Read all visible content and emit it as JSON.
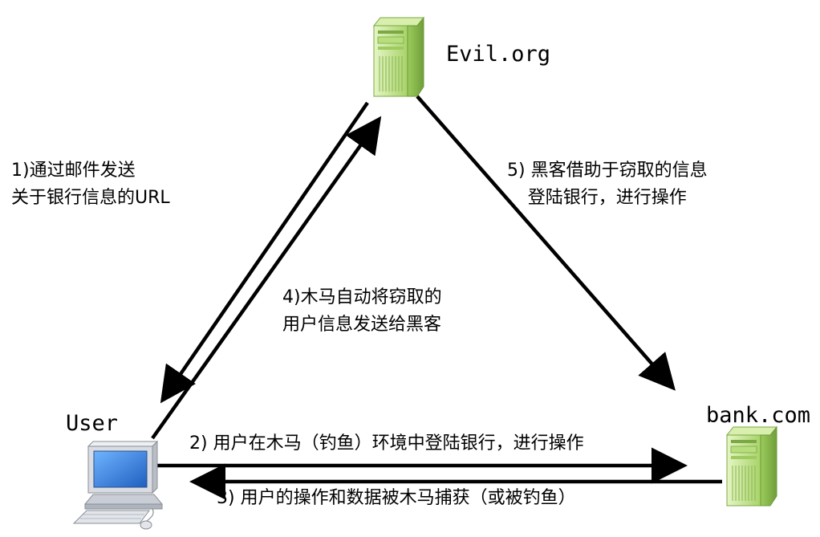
{
  "nodes": {
    "evil": {
      "name": "Evil.org",
      "icon": "server-icon"
    },
    "user": {
      "name": "User",
      "icon": "computer-icon"
    },
    "bank": {
      "name": "bank.com",
      "icon": "server-icon"
    }
  },
  "steps": {
    "s1": {
      "line1": "1)通过邮件发送",
      "line2": "关于银行信息的URL"
    },
    "s2": {
      "line1": "2) 用户在木马（钓鱼）环境中登陆银行，进行操作"
    },
    "s3": {
      "line1": "3) 用户的操作和数据被木马捕获（或被钓鱼）"
    },
    "s4": {
      "line1": "4)木马自动将窃取的",
      "line2": "用户信息发送给黑客"
    },
    "s5": {
      "line1": "5) 黑客借助于窃取的信息",
      "line2": "登陆银行，进行操作"
    }
  },
  "colors": {
    "server_body": "#c9e79a",
    "server_dark": "#8fbf52",
    "monitor_screen": "#2f7fd8",
    "monitor_body": "#d9dde3",
    "arrow": "#000000"
  }
}
